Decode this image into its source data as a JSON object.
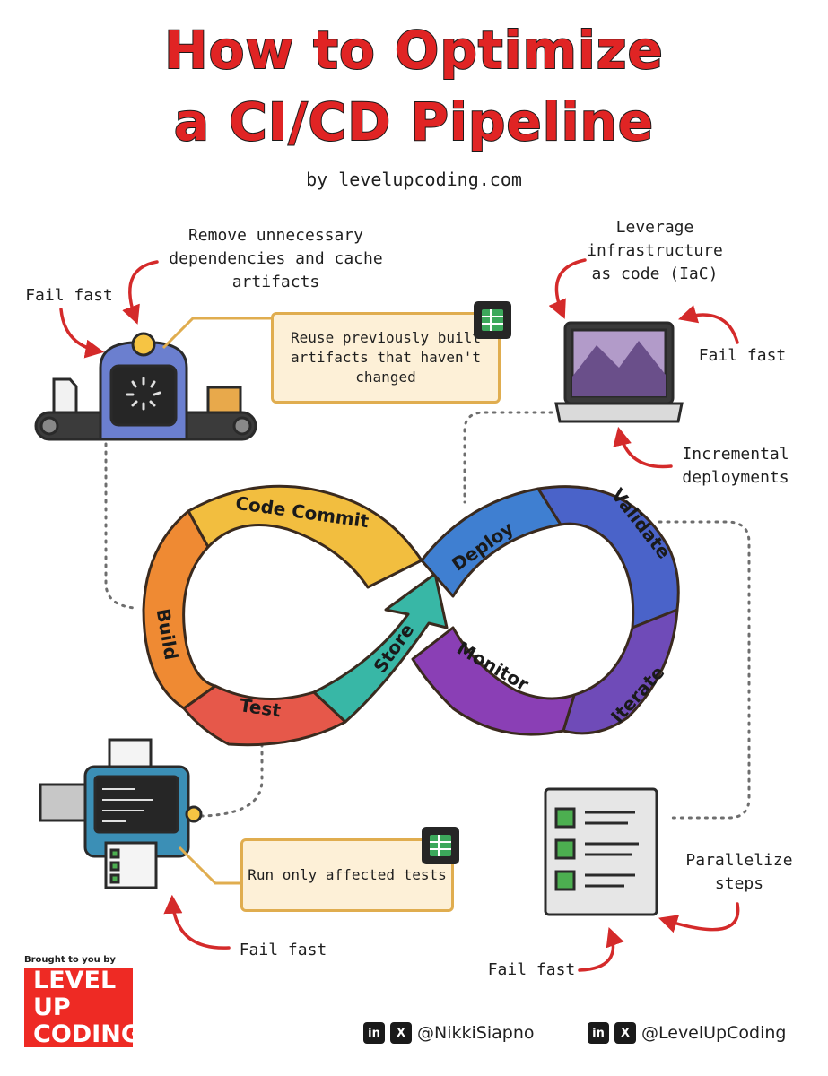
{
  "header": {
    "title_line1": "How to Optimize",
    "title_line2": "a CI/CD Pipeline",
    "byline": "by levelupcoding.com"
  },
  "notes": {
    "remove_deps": "Remove unnecessary dependencies and cache artifacts",
    "fail_fast_build": "Fail fast",
    "iac": "Leverage infrastructure as code (IaC)",
    "fail_fast_deploy": "Fail fast",
    "incremental": "Incremental deployments",
    "fail_fast_test": "Fail fast",
    "parallelize": "Parallelize steps",
    "fail_fast_validate": "Fail fast"
  },
  "tips": {
    "reuse": "Reuse previously built artifacts that haven't changed",
    "affected": "Run only affected tests"
  },
  "stages": {
    "code_commit": "Code Commit",
    "build": "Build",
    "test": "Test",
    "store": "Store",
    "deploy": "Deploy",
    "validate": "Validate",
    "iterate": "Iterate",
    "monitor": "Monitor"
  },
  "colors": {
    "title": "#e02424",
    "arrow": "#d42a2a",
    "tip_fill": "#fdf0d7",
    "tip_border": "#e0ad4f",
    "code_commit": "#f2be3f",
    "build": "#ef8a33",
    "test": "#e6584a",
    "store": "#38b7a6",
    "deploy": "#3f7fd1",
    "validate": "#4a63c9",
    "iterate": "#6f4bb8",
    "monitor": "#8a3fb5"
  },
  "footer": {
    "brought": "Brought to you by",
    "brand_line1": "LEVEL UP",
    "brand_line2": "CODING",
    "handle1": "@NikkiSiapno",
    "handle2": "@LevelUpCoding",
    "icon_linkedin": "in",
    "icon_x": "X"
  }
}
